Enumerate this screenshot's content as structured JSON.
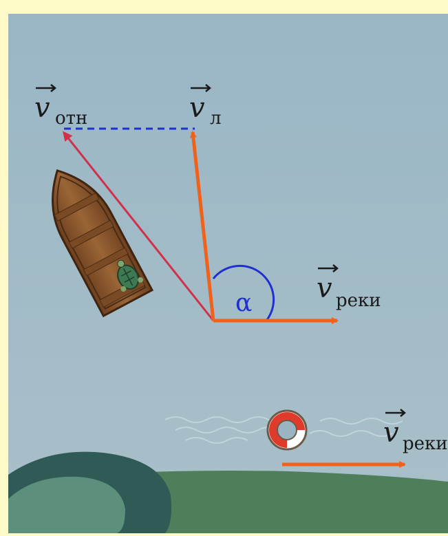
{
  "labels": {
    "v_rel_symbol": "v",
    "v_rel_sub": "отн",
    "v_boat_symbol": "v",
    "v_boat_sub": "л",
    "v_river_symbol": "v",
    "v_river_sub": "реки",
    "v_river2_symbol": "v",
    "v_river2_sub": "реки",
    "angle": "α"
  },
  "colors": {
    "background": "#fefac8",
    "water": "#9bb4c1",
    "vector_boat": "#f0621c",
    "vector_relative": "#d0304a",
    "dashed_line": "#1f2fd0",
    "angle_arc": "#1f2fd0",
    "hill_dark": "#2f5a55",
    "hill_light": "#5c8f7c",
    "ground": "#4f7f5a"
  },
  "icons": [
    "boat-icon",
    "turtle-icon",
    "lifebuoy-icon",
    "wave-icon"
  ]
}
